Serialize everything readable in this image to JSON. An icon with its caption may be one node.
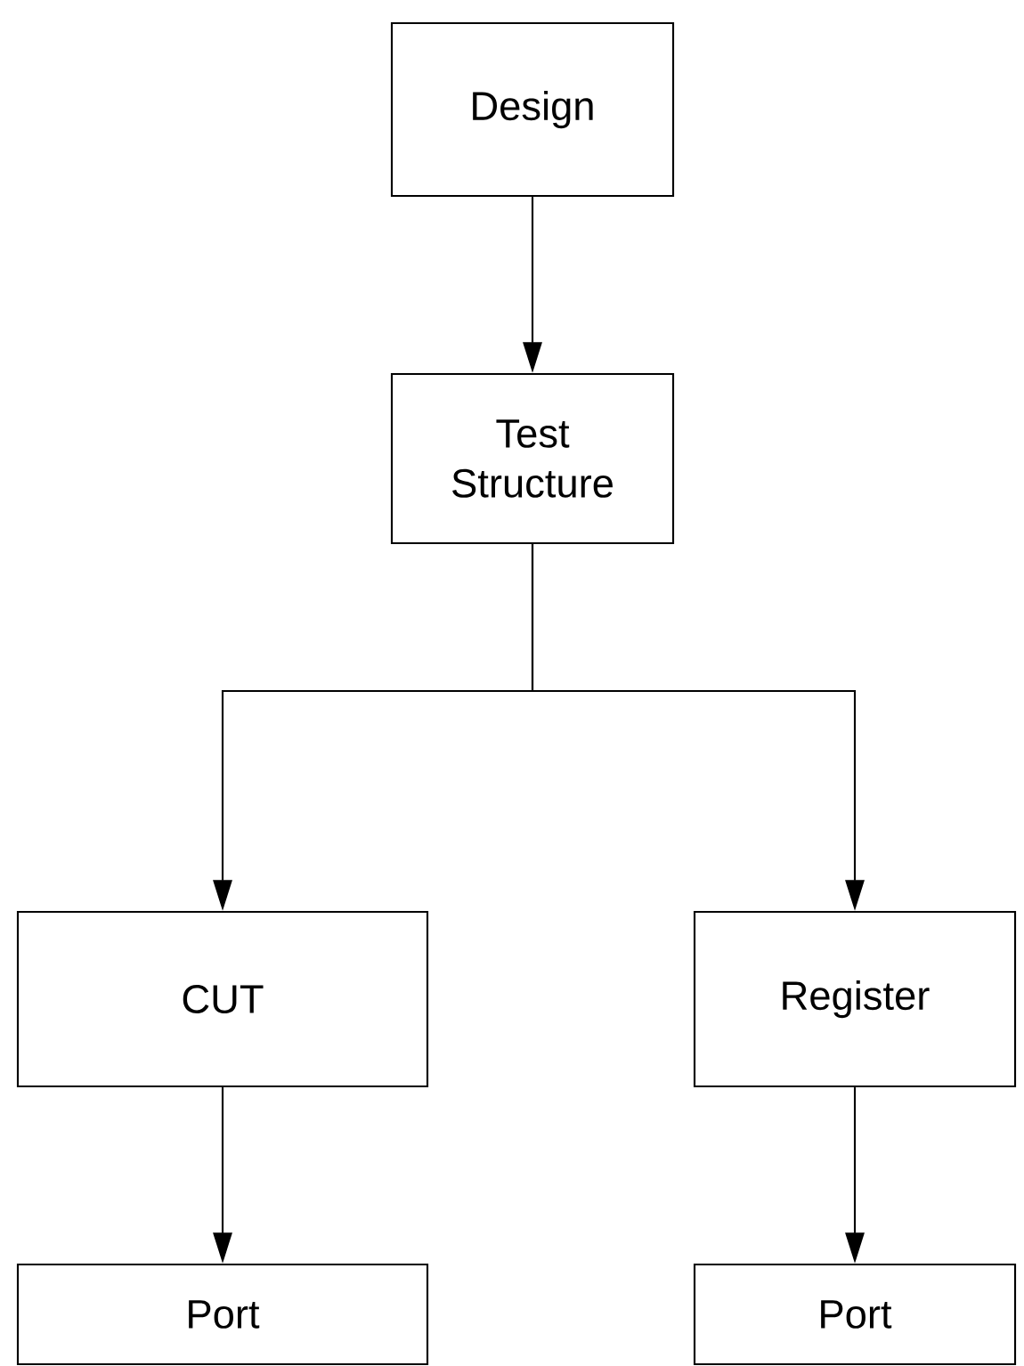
{
  "diagram": {
    "nodes": [
      {
        "text": [
          "Design"
        ]
      },
      {
        "text": [
          "Test Structure"
        ]
      },
      {
        "text": [
          "CUT"
        ]
      },
      {
        "text": [
          "Register"
        ]
      },
      {
        "text": [
          "Port"
        ]
      },
      {
        "text": [
          "Port"
        ]
      }
    ],
    "edges": [
      {
        "from": 0,
        "to": 1,
        "arrow": "to"
      },
      {
        "from": 1,
        "to": 2,
        "arrow": "to"
      },
      {
        "from": 1,
        "to": 3,
        "arrow": "to"
      },
      {
        "from": 2,
        "to": 4,
        "arrow": "to"
      },
      {
        "from": 3,
        "to": 5,
        "arrow": "to"
      }
    ]
  }
}
